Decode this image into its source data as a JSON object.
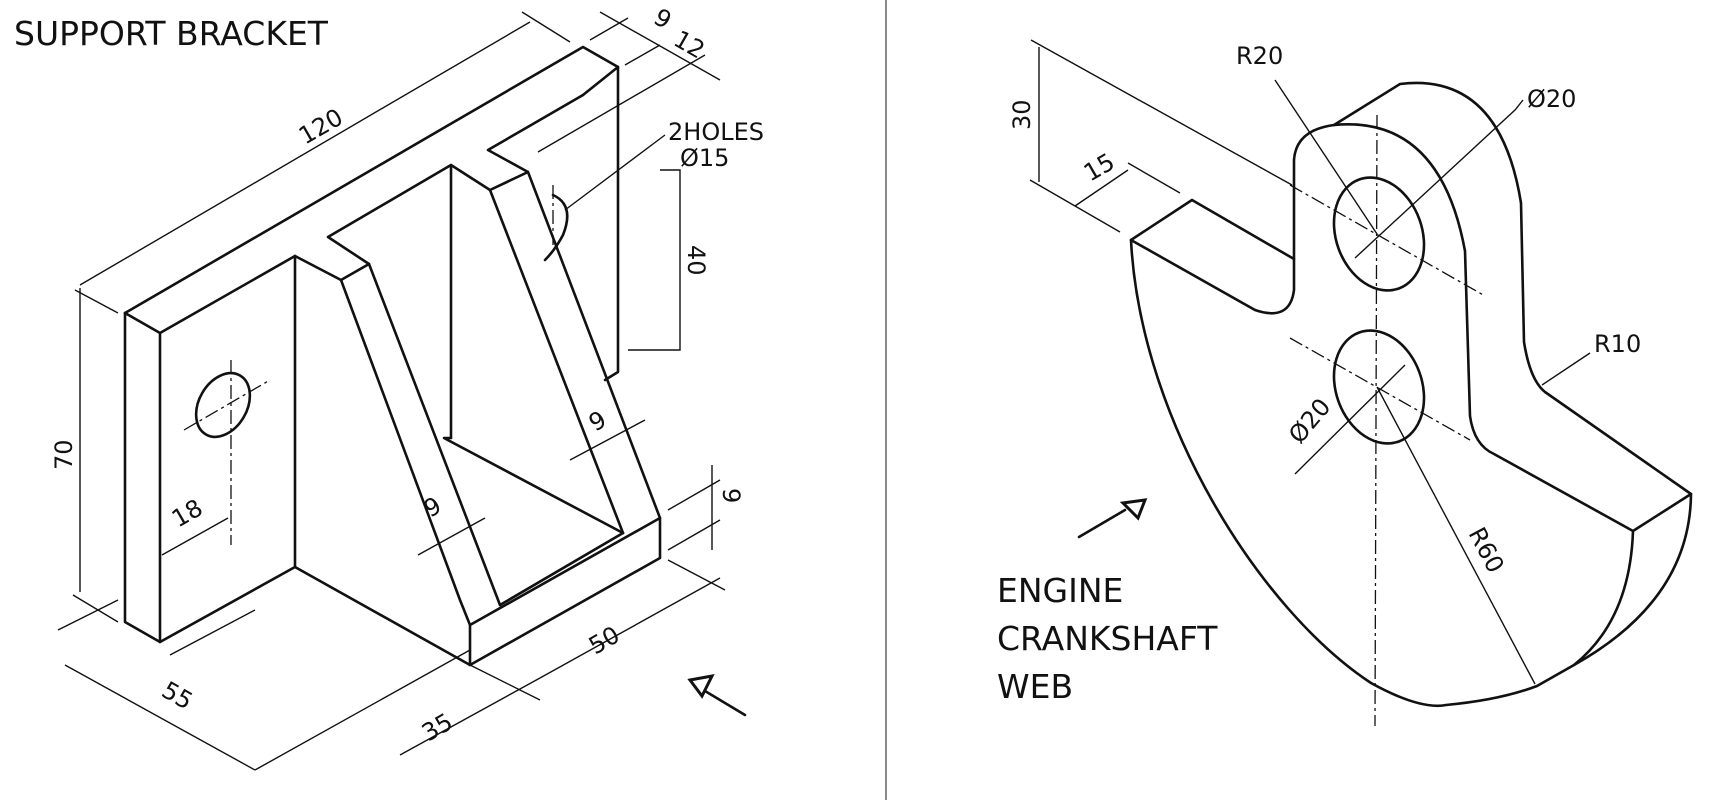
{
  "left_drawing": {
    "title": "SUPPORT BRACKET",
    "dimensions": {
      "length": "120",
      "height": "70",
      "depth_left": "55",
      "depth_mid": "35",
      "base_width": "50",
      "plate_thickness": "9",
      "top_offset": "12",
      "hole_offset": "18",
      "hole_height": "40",
      "rib_thickness_right": "9",
      "rib_thickness_left": "9",
      "base_thickness": "9"
    },
    "hole_note_line1": "2HOLES",
    "hole_note_line2": "Ø15"
  },
  "right_drawing": {
    "title_line1": "ENGINE",
    "title_line2": "CRANKSHAFT",
    "title_line3": "WEB",
    "dimensions": {
      "top_radius": "R20",
      "top_hole": "Ø20",
      "fillet_radius": "R10",
      "bottom_hole": "Ø20",
      "outer_radius": "R60",
      "height": "30",
      "slot_width": "15"
    }
  }
}
